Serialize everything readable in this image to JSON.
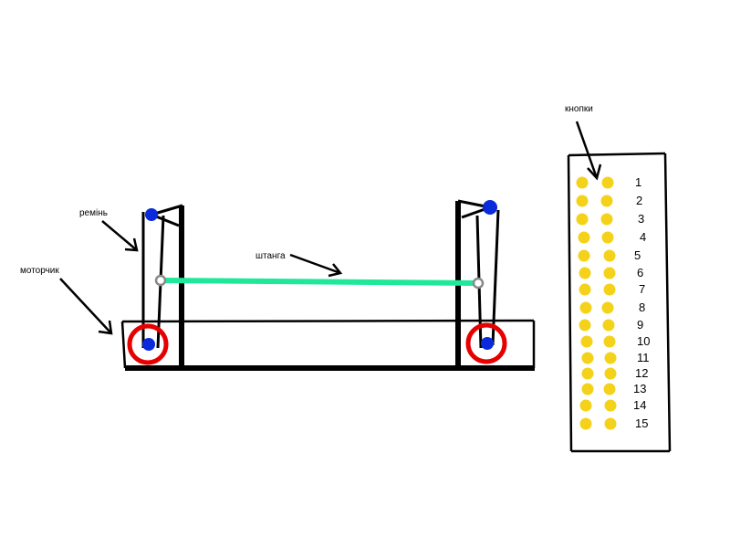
{
  "labels": {
    "belt": "ремінь",
    "motor": "моторчик",
    "rod": "штанга",
    "buttons": "кнопки"
  },
  "button_numbers": [
    "1",
    "2",
    "3",
    "4",
    "5",
    "6",
    "7",
    "8",
    "9",
    "10",
    "11",
    "12",
    "13",
    "14",
    "15"
  ],
  "colors": {
    "frame": "#000000",
    "rod": "#1fe89a",
    "motor_ring": "#e60000",
    "pulley": "#0a2adb",
    "button": "#f5d21a",
    "joint": "#888888"
  }
}
